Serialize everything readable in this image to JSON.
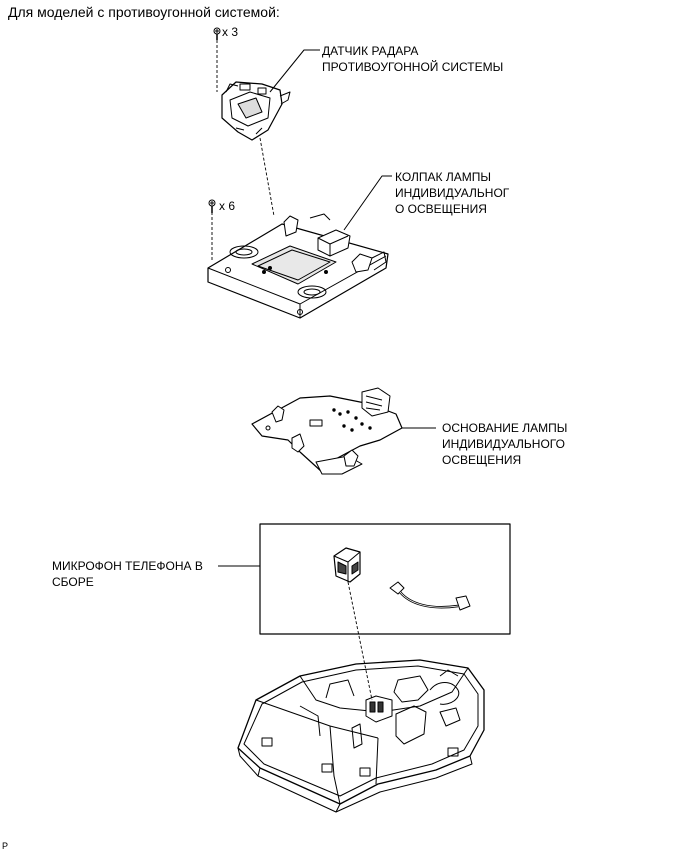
{
  "heading": "Для моделей с противоугонной системой:",
  "labels": {
    "radar_sensor": "ДАТЧИК РАДАРА\nПРОТИВОУГОННОЙ СИСТЕМЫ",
    "lamp_cover": "КОЛПАК ЛАМПЫ\nИНДИВИДУАЛЬНОГ\nО ОСВЕЩЕНИЯ",
    "lamp_base": "ОСНОВАНИЕ ЛАМПЫ\nИНДИВИДУАЛЬНОГО\nОСВЕЩЕНИЯ",
    "microphone": "МИКРОФОН ТЕЛЕФОНА В\nСБОРЕ"
  },
  "quantities": {
    "screws_radar": "x 3",
    "screws_cover": "x 6"
  },
  "footer_code": "P",
  "line_color": "#000000",
  "shade_color": "#9a9a9a"
}
